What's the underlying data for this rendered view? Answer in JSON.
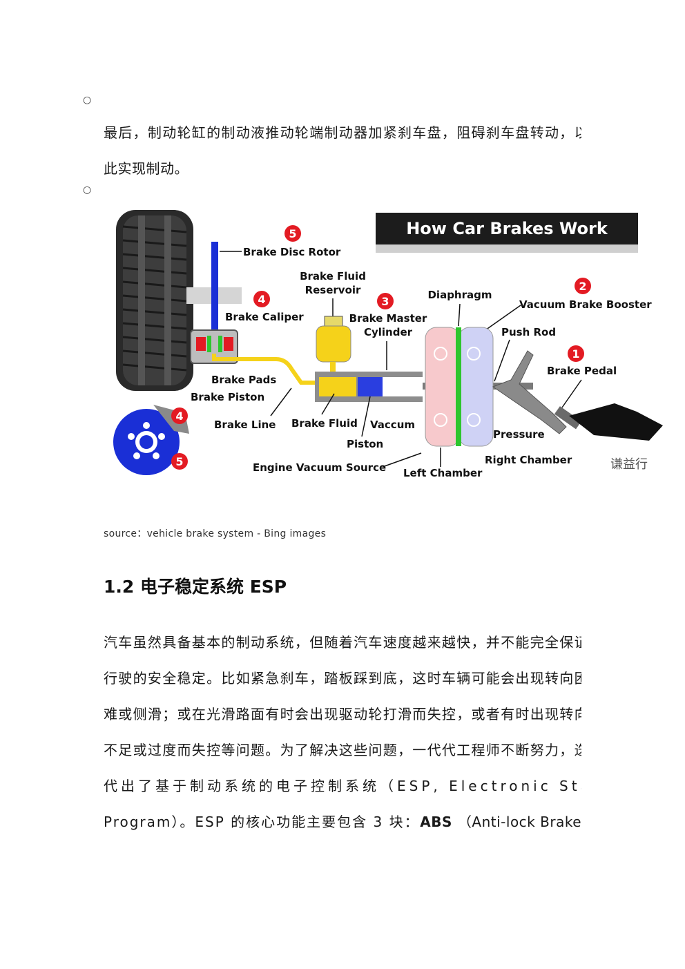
{
  "bullets": [
    "○",
    "○"
  ],
  "paragraph1": {
    "line1": "最后，制动轮缸的制动液推动轮端制动器加紧刹车盘，阻碍刹车盘转动，以",
    "line2": "此实现制动。"
  },
  "figure": {
    "title": "How Car Brakes Work",
    "labels": {
      "brake_disc_rotor": "Brake Disc Rotor",
      "brake_fluid_reservoir_1": "Brake Fluid",
      "brake_fluid_reservoir_2": "Reservoir",
      "brake_caliper": "Brake Caliper",
      "brake_master_cylinder_1": "Brake Master",
      "brake_master_cylinder_2": "Cylinder",
      "diaphragm": "Diaphragm",
      "vacuum_brake_booster": "Vacuum Brake Booster",
      "push_rod": "Push Rod",
      "brake_pedal": "Brake Pedal",
      "brake_pads": "Brake Pads",
      "brake_piston": "Brake Piston",
      "brake_line": "Brake Line",
      "brake_fluid": "Brake Fluid",
      "vaccum": "Vaccum",
      "piston": "Piston",
      "pressure": "Pressure",
      "right_chamber": "Right Chamber",
      "engine_vacuum_source": "Engine Vacuum Source",
      "left_chamber": "Left Chamber",
      "watermark": "谦益行"
    },
    "numbers": {
      "n1": "1",
      "n2": "2",
      "n3": "3",
      "n4": "4",
      "n5": "5"
    },
    "colors": {
      "badge_red": "#e31b23",
      "rotor_blue": "#1a2fd6",
      "fluid_yellow": "#f5d21a",
      "diaphragm_green": "#2ec62e",
      "left_chamber_pink": "#f7c9cc",
      "right_chamber_lavender": "#cfd2f5"
    }
  },
  "caption": "source：vehicle brake system - Bing images",
  "heading": "1.2 电子稳定系统 ESP",
  "paragraph2": {
    "lines": [
      "汽车虽然具备基本的制动系统，但随着汽车速度越来越快，并不能完全保证",
      "行驶的安全稳定。比如紧急刹车，踏板踩到底，这时车辆可能会出现转向困",
      "难或侧滑；或在光滑路面有时会出现驱动轮打滑而失控，或者有时出现转向",
      "不足或过度而失控等问题。为了解决这些问题，一代代工程师不断努力，迭",
      "代出了基于制动系统的电子控制系统（ESP, Electronic Stability",
      "Program）。ESP 的核心功能主要包含 3 块："
    ],
    "bold": "ABS",
    "after_bold": "（Anti-lock Brake"
  }
}
